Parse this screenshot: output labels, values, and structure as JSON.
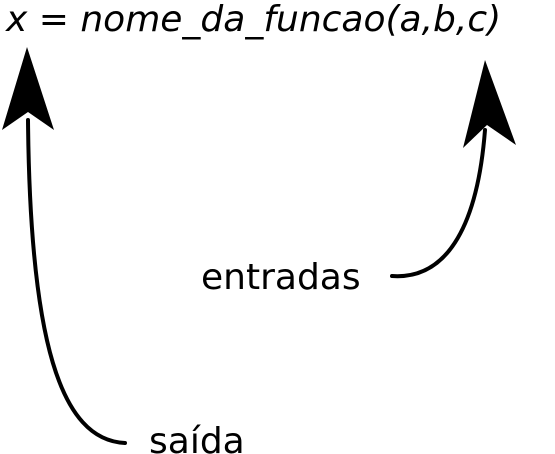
{
  "expression": {
    "text": "x = nome_da_funcao(a,b,c)"
  },
  "labels": {
    "inputs": "entradas",
    "output": "saída"
  },
  "colors": {
    "ink": "#000000",
    "background": "#ffffff"
  }
}
